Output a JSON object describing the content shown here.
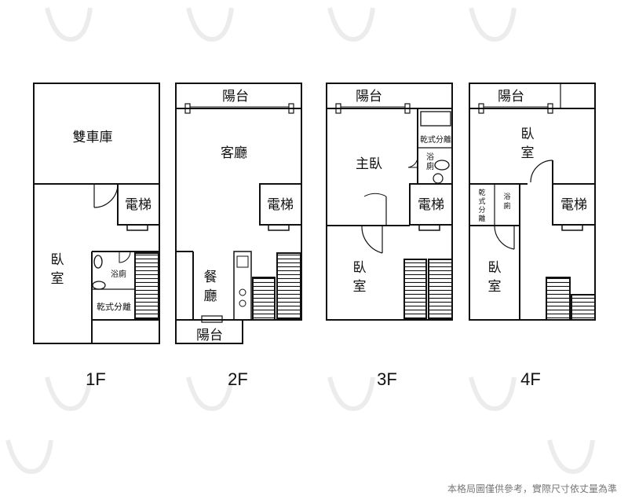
{
  "floors": [
    {
      "label": "1F",
      "rooms": {
        "garage": "雙車庫",
        "elevator": "電梯",
        "bedroom_1": "臥",
        "bedroom_2": "室",
        "bath": "浴廁",
        "dry_wet": "乾式分離"
      }
    },
    {
      "label": "2F",
      "rooms": {
        "balcony_top": "陽台",
        "living": "客廳",
        "elevator": "電梯",
        "dining_1": "餐",
        "dining_2": "廳",
        "balcony_bottom": "陽台"
      }
    },
    {
      "label": "3F",
      "rooms": {
        "balcony": "陽台",
        "master": "主臥",
        "dry_wet": "乾式分離",
        "bath_1": "浴",
        "bath_2": "廁",
        "elevator": "電梯",
        "bedroom_1": "臥",
        "bedroom_2": "室"
      }
    },
    {
      "label": "4F",
      "rooms": {
        "balcony": "陽台",
        "bedroom_top_1": "臥",
        "bedroom_top_2": "室",
        "dry_wet_1": "乾",
        "dry_wet_2": "式",
        "dry_wet_3": "分",
        "dry_wet_4": "離",
        "bath_1": "浴",
        "bath_2": "廁",
        "elevator": "電梯",
        "bedroom_1": "臥",
        "bedroom_2": "室"
      }
    }
  ],
  "disclaimer": "本格局圖僅供參考，實際尺寸依丈量為準"
}
